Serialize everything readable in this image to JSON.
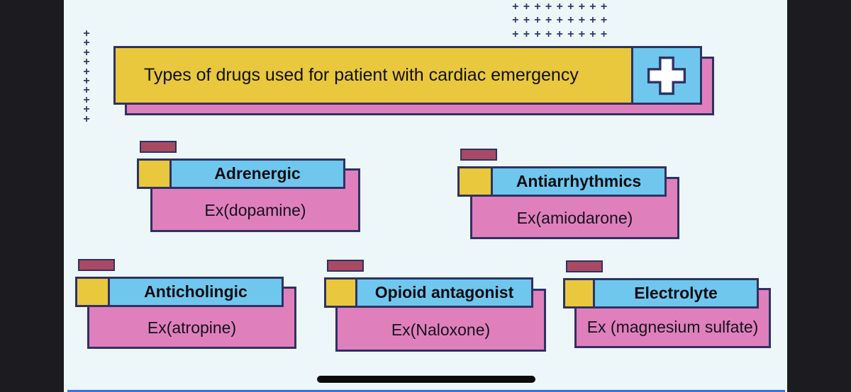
{
  "slide": {
    "title": "Types of drugs used for patient with cardiac emergency"
  },
  "cards": [
    {
      "name": "Adrenergic",
      "example": "Ex(dopamine)"
    },
    {
      "name": "Antiarrhythmics",
      "example": "Ex(amiodarone)"
    },
    {
      "name": "Anticholingic",
      "example": "Ex(atropine)"
    },
    {
      "name": "Opioid antagonist",
      "example": "Ex(Naloxone)"
    },
    {
      "name": "Electrolyte",
      "example": "Ex (magnesium sulfate)"
    }
  ],
  "decor": {
    "plus": "+"
  },
  "icons": {
    "title_icon": "medical-cross-icon"
  },
  "colors": {
    "yellow": "#e9c83e",
    "sky_blue": "#6fc7ee",
    "pink": "#df80bd",
    "navy_border": "#2e3263",
    "maroon_tab": "#a84a63",
    "background": "#edf7fa",
    "letterbox": "#1b1b20",
    "bottom_accent_blue": "#3575e3",
    "plus_decor": "#2c3a6d"
  }
}
